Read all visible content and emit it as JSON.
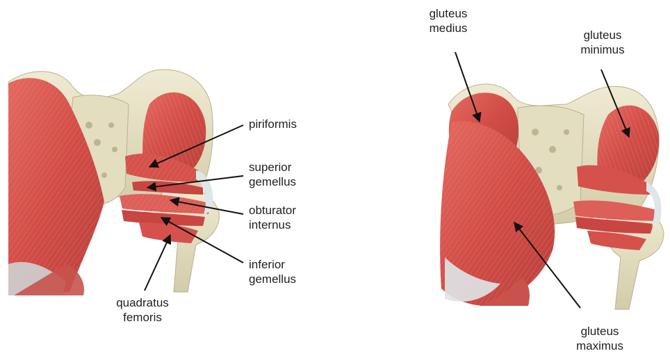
{
  "left_figure": {
    "labels": {
      "piriformis": [
        "piriformis"
      ],
      "superior_gemellus": [
        "superior",
        "gemellus"
      ],
      "obturator_internus": [
        "obturator",
        "internus"
      ],
      "inferior_gemellus": [
        "inferior",
        "gemellus"
      ],
      "quadratus_femoris": [
        "quadratus",
        "femoris"
      ]
    }
  },
  "right_figure": {
    "labels": {
      "gluteus_medius": [
        "gluteus",
        "medius"
      ],
      "gluteus_minimus": [
        "gluteus",
        "minimus"
      ],
      "gluteus_maximus": [
        "gluteus",
        "maximus"
      ]
    }
  },
  "colors": {
    "bone": "#e8e4c9",
    "bone_shadow": "#c9c3a1",
    "muscle": "#d9574f",
    "muscle_dark": "#b83a37",
    "muscle_light": "#ec8a80",
    "tendon": "#dfe6e8",
    "arrow": "#111111"
  }
}
